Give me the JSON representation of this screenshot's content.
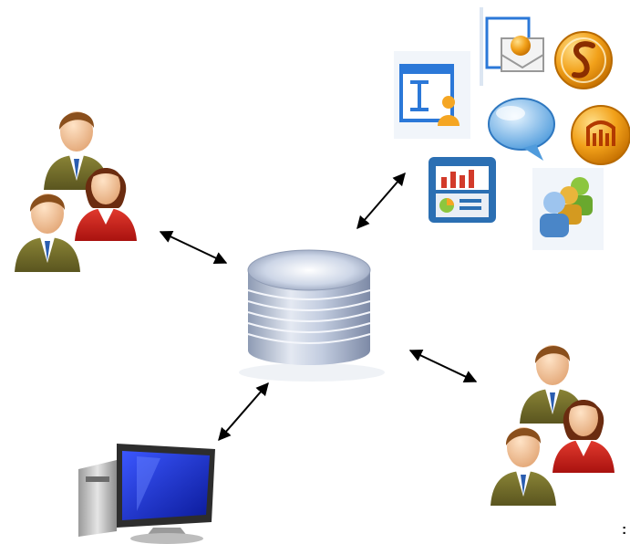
{
  "diagram": {
    "nodes": [
      {
        "id": "user-group-top-left",
        "kind": "user-group",
        "icon": "users-group-icon"
      },
      {
        "id": "central-database",
        "kind": "database",
        "icon": "database-icon"
      },
      {
        "id": "application-icons",
        "kind": "app-cluster",
        "icons": [
          "document-user-icon",
          "email-document-icon",
          "speech-bubble-icon",
          "dashboard-chart-icon",
          "users-stack-icon",
          "s-logo-icon",
          "network-logo-icon"
        ]
      },
      {
        "id": "user-group-bottom-right",
        "kind": "user-group",
        "icon": "users-group-icon"
      },
      {
        "id": "workstation",
        "kind": "computer",
        "icon": "monitor-icon"
      }
    ],
    "edges": [
      {
        "from": "user-group-top-left",
        "to": "central-database",
        "direction": "both"
      },
      {
        "from": "application-icons",
        "to": "central-database",
        "direction": "both"
      },
      {
        "from": "central-database",
        "to": "user-group-bottom-right",
        "direction": "both"
      },
      {
        "from": "central-database",
        "to": "workstation",
        "direction": "both"
      }
    ]
  },
  "corner_mark": ":",
  "colors": {
    "arrow": "#000000",
    "suit": "#6f6a2a",
    "skin": "#f3c6a0",
    "hair_male": "#8a4f1c",
    "hair_female": "#6b2c10",
    "woman_top": "#c81e1e",
    "database_body": "#b7c3d8",
    "monitor_screen": "#1a2fd6",
    "app_blue": "#2b78d8",
    "app_orange": "#f0a21c"
  }
}
